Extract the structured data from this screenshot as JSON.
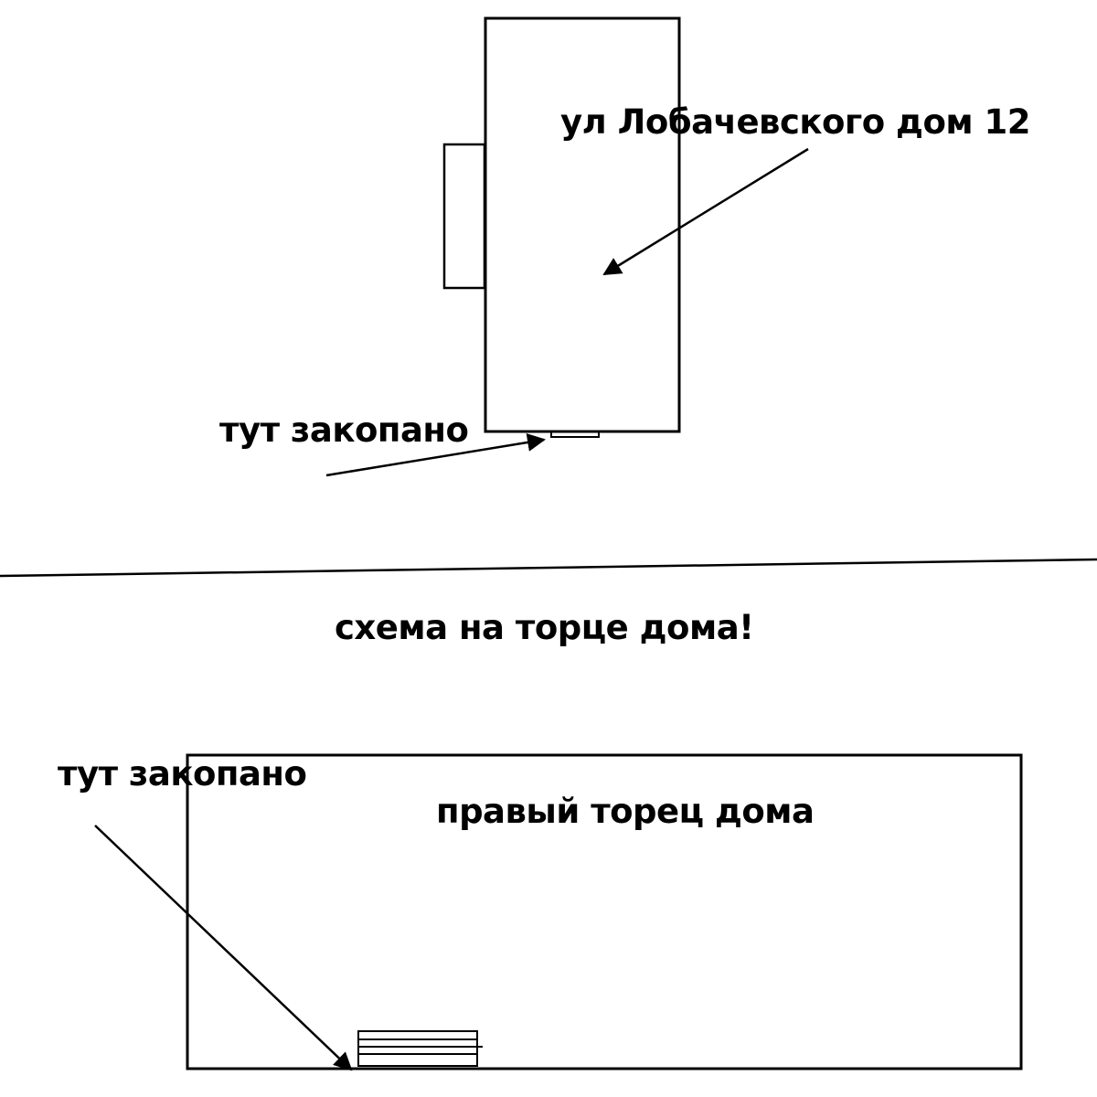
{
  "top_plan": {
    "address_label": "ул Лобачевского дом 12",
    "buried_label": "тут закопано"
  },
  "caption": "схема на торце дома!",
  "side_view": {
    "facade_label": "правый торец дома",
    "buried_label": "тут закопано"
  },
  "colors": {
    "ink": "#000000",
    "background": "#ffffff"
  }
}
